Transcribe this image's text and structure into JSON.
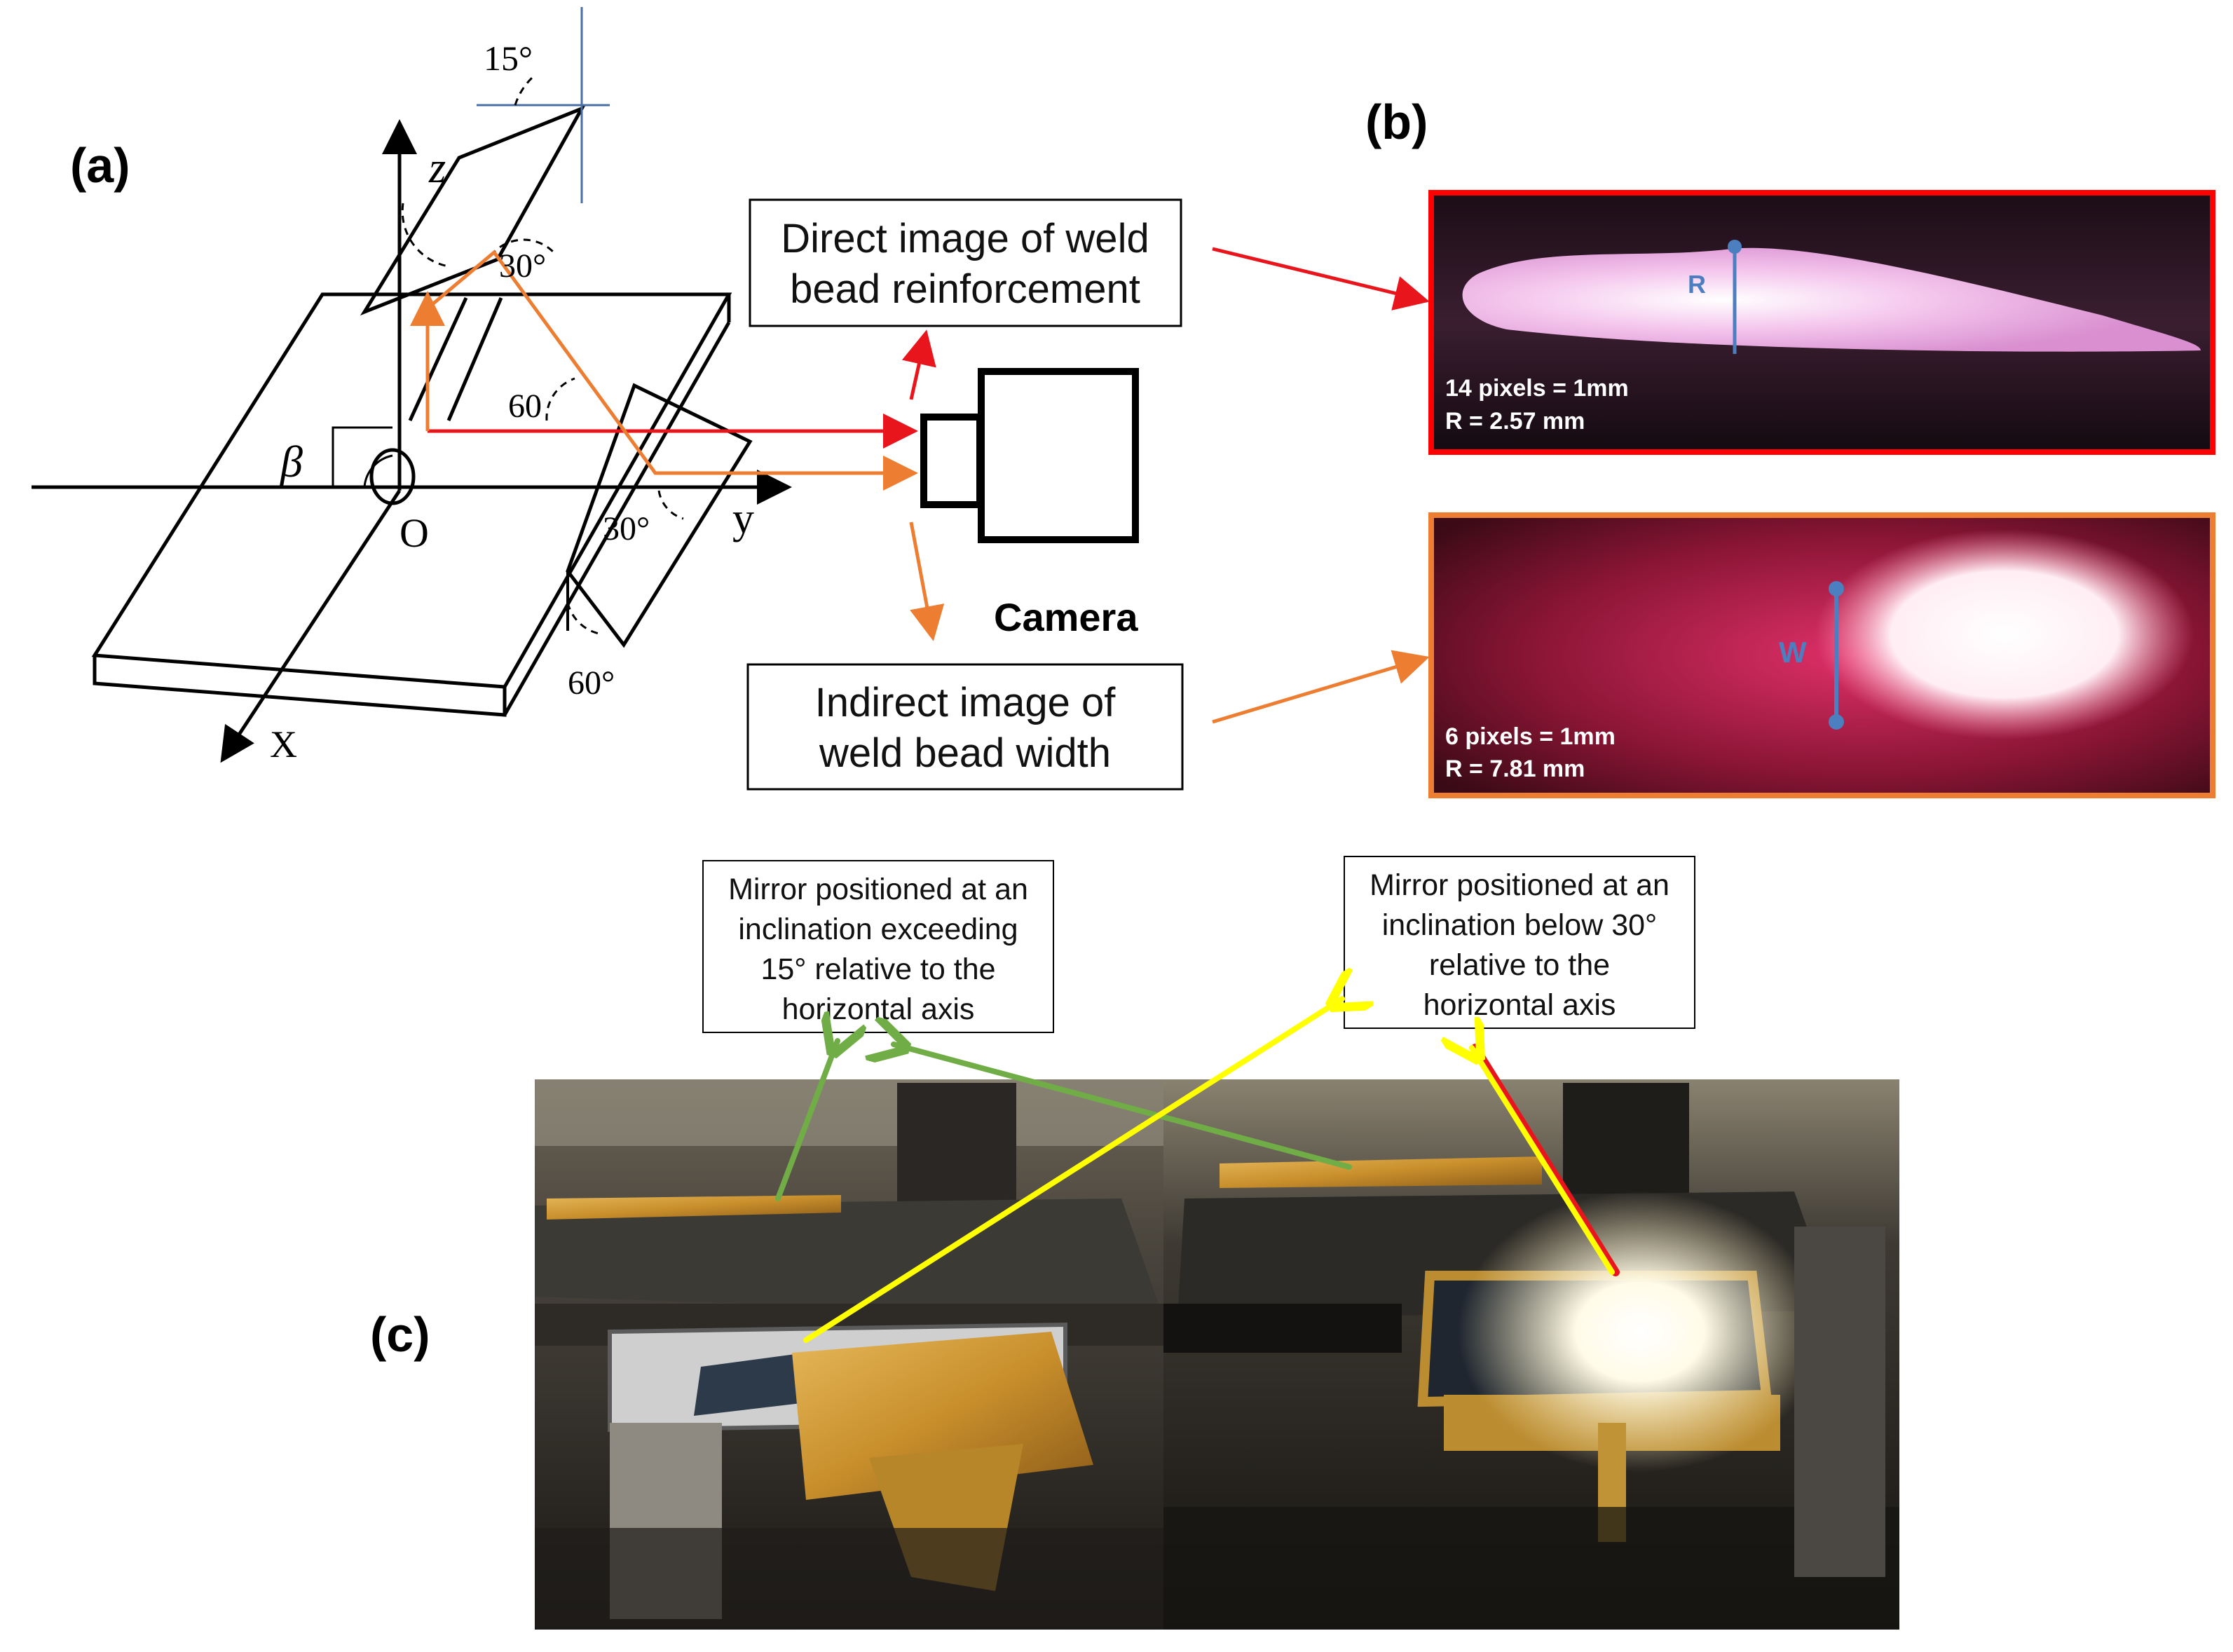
{
  "panels": {
    "a": "(a)",
    "b": "(b)",
    "c": "(c)"
  },
  "diagram_a": {
    "angle_15": "15°",
    "angle_30_top": "30°",
    "angle_60_mid": "60",
    "angle_30_low": "30°",
    "angle_60_low": "60°",
    "axis_z": "z",
    "axis_y": "y",
    "axis_x": "X",
    "origin": "O",
    "beta": "β"
  },
  "camera_label": "Camera",
  "boxes": {
    "direct": [
      "Direct image of weld",
      "bead reinforcement"
    ],
    "indirect": [
      "Indirect image of",
      "weld bead width"
    ]
  },
  "image_direct": {
    "marker": "R",
    "scale": "14 pixels = 1mm",
    "value": "R = 2.57 mm"
  },
  "image_indirect": {
    "marker": "W",
    "scale": "6 pixels = 1mm",
    "value": "R = 7.81 mm"
  },
  "mirror_notes": {
    "left": [
      "Mirror positioned at an",
      "inclination exceeding",
      "15° relative to the",
      "horizontal axis"
    ],
    "right": [
      "Mirror positioned at an",
      "inclination below 30°",
      "relative to the",
      "horizontal axis"
    ]
  },
  "colors": {
    "red_arrow": "#e8161c",
    "orange_arrow": "#ed7d31",
    "green_arrow": "#70ad47",
    "yellow_arrow": "#ffff00",
    "frame_red": "#ff0000",
    "frame_orange": "#ed7d31"
  }
}
